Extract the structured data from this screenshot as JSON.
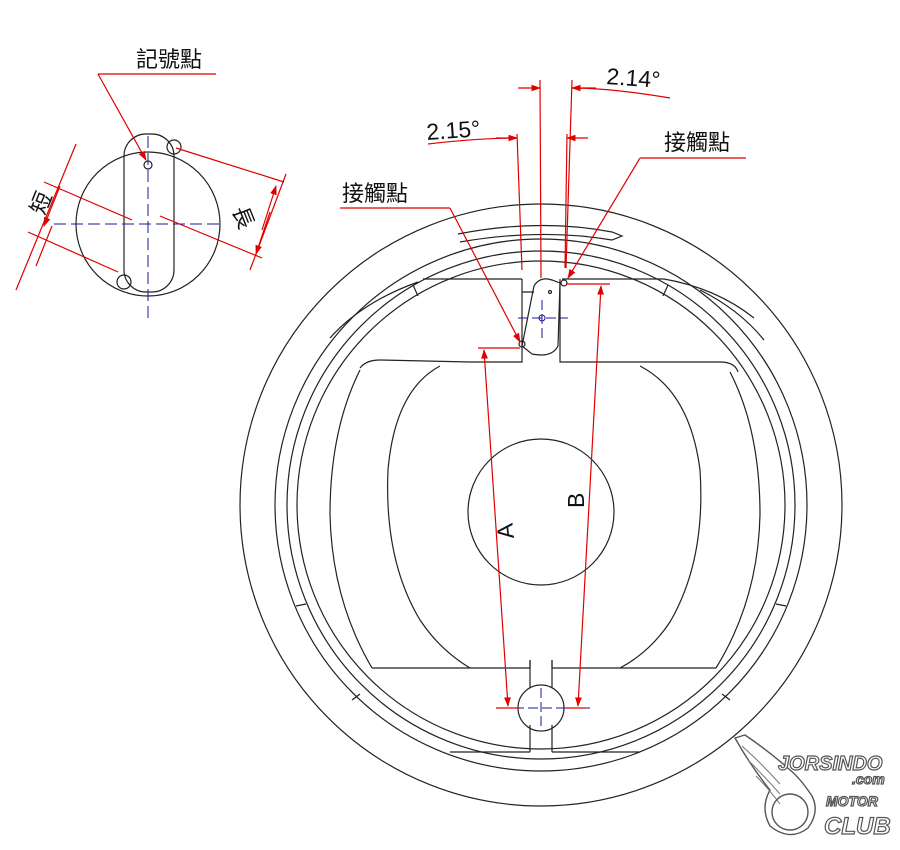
{
  "labels": {
    "mark_point": "記號點",
    "contact_point_left": "接觸點",
    "contact_point_right": "接觸點",
    "short": "短",
    "long": "長",
    "angle_left": "2.15°",
    "angle_right": "2.14°",
    "dim_a": "A",
    "dim_b": "B"
  },
  "watermark": {
    "line1": "JORSINDO",
    "line2": ".com",
    "line3": "MOTOR",
    "line4": "CLUB"
  },
  "colors": {
    "outline": "#222222",
    "dimension": "#e00000",
    "centerline": "#1a1a9a"
  }
}
